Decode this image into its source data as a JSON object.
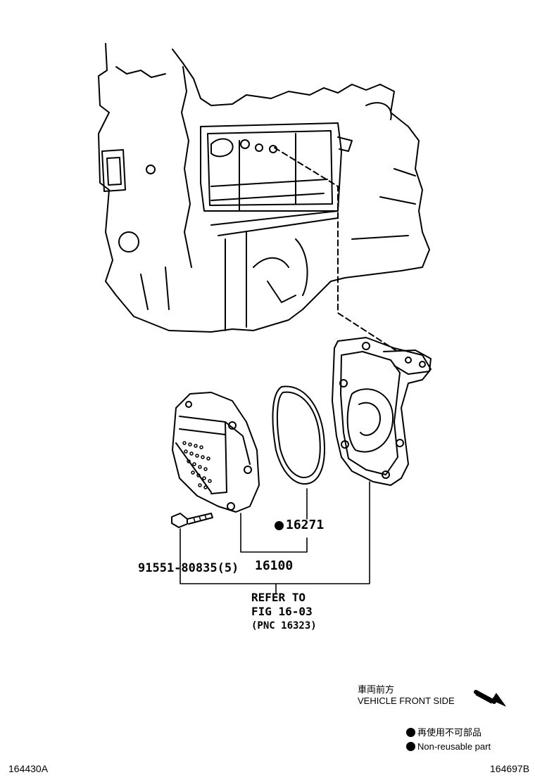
{
  "parts": {
    "gasket": "16271",
    "pump_assy": "16100",
    "bolt": "91551-80835(5)"
  },
  "reference": {
    "line1": "REFER TO",
    "line2": "FIG 16-03",
    "line3": "(PNC 16323)"
  },
  "direction": {
    "jp": "車両前方",
    "en": "VEHICLE FRONT SIDE"
  },
  "legend": {
    "jp": "再使用不可部品",
    "en": "Non-reusable part"
  },
  "codes": {
    "left": "164430A",
    "right": "164697B"
  }
}
